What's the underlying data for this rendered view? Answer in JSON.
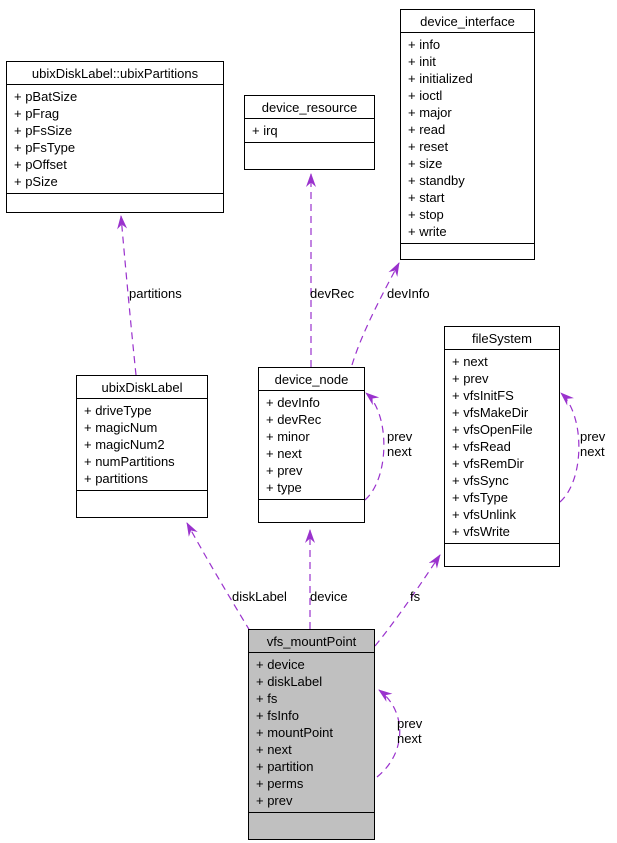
{
  "diagram": {
    "type": "uml-collaboration-diagram",
    "classes": {
      "ubixPartitions": {
        "title": "ubixDiskLabel::ubixPartitions",
        "fields": [
          "+ pBatSize",
          "+ pFrag",
          "+ pFsSize",
          "+ pFsType",
          "+ pOffset",
          "+ pSize"
        ]
      },
      "device_resource": {
        "title": "device_resource",
        "fields": [
          "+ irq"
        ]
      },
      "device_interface": {
        "title": "device_interface",
        "fields": [
          "+ info",
          "+ init",
          "+ initialized",
          "+ ioctl",
          "+ major",
          "+ read",
          "+ reset",
          "+ size",
          "+ standby",
          "+ start",
          "+ stop",
          "+ write"
        ]
      },
      "ubixDiskLabel": {
        "title": "ubixDiskLabel",
        "fields": [
          "+ driveType",
          "+ magicNum",
          "+ magicNum2",
          "+ numPartitions",
          "+ partitions"
        ]
      },
      "device_node": {
        "title": "device_node",
        "fields": [
          "+ devInfo",
          "+ devRec",
          "+ minor",
          "+ next",
          "+ prev",
          "+ type"
        ]
      },
      "fileSystem": {
        "title": "fileSystem",
        "fields": [
          "+ next",
          "+ prev",
          "+ vfsInitFS",
          "+ vfsMakeDir",
          "+ vfsOpenFile",
          "+ vfsRead",
          "+ vfsRemDir",
          "+ vfsSync",
          "+ vfsType",
          "+ vfsUnlink",
          "+ vfsWrite"
        ]
      },
      "vfs_mountPoint": {
        "title": "vfs_mountPoint",
        "fields": [
          "+ device",
          "+ diskLabel",
          "+ fs",
          "+ fsInfo",
          "+ mountPoint",
          "+ next",
          "+ partition",
          "+ perms",
          "+ prev"
        ]
      }
    },
    "edge_labels": {
      "partitions": "partitions",
      "devRec": "devRec",
      "devInfo": "devInfo",
      "diskLabel": "diskLabel",
      "device": "device",
      "fs": "fs",
      "device_node_loop": {
        "line1": "prev",
        "line2": "next"
      },
      "fileSystem_loop": {
        "line1": "prev",
        "line2": "next"
      },
      "vfs_loop": {
        "line1": "prev",
        "line2": "next"
      }
    }
  },
  "colors": {
    "edge": "#9a32cd",
    "border": "#000000",
    "highlight_fill": "#c0c0c0",
    "box_fill": "#ffffff",
    "background": "#ffffff",
    "text": "#000000"
  }
}
